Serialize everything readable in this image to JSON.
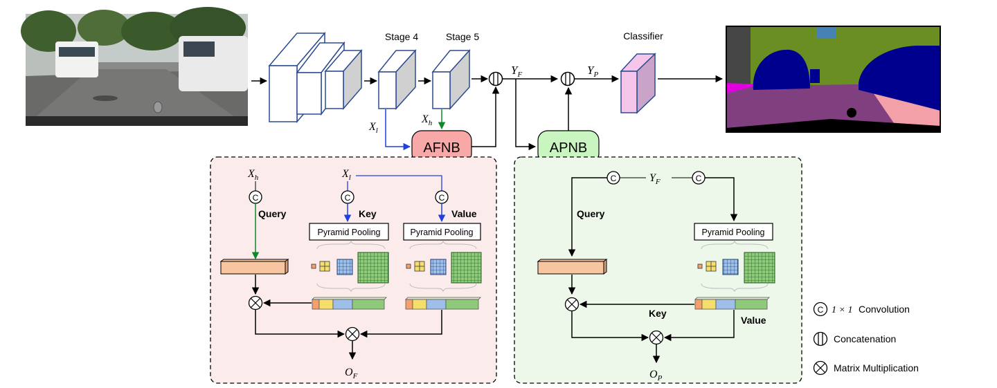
{
  "stages": {
    "stage4": "Stage 4",
    "stage5": "Stage 5",
    "classifier": "Classifier"
  },
  "math": {
    "yf_main": "Y",
    "yf_main_sub": "F",
    "yp_main": "Y",
    "yp_main_sub": "P",
    "xl_main": "X",
    "xl_main_sub": "l",
    "xh_main": "X",
    "xh_main_sub": "h",
    "xh_afnb": "X",
    "xh_afnb_sub": "h",
    "xl_afnb": "X",
    "xl_afnb_sub": "l",
    "of": "O",
    "of_sub": "F",
    "yf_apnb": "Y",
    "yf_apnb_sub": "F",
    "op": "O",
    "op_sub": "P"
  },
  "blocks": {
    "afnb": "AFNB",
    "apnb": "APNB"
  },
  "afnb_panel": {
    "query": "Query",
    "key": "Key",
    "value": "Value",
    "pyramid_key": "Pyramid Pooling",
    "pyramid_value": "Pyramid Pooling"
  },
  "apnb_panel": {
    "query": "Query",
    "key": "Key",
    "value": "Value",
    "pyramid": "Pyramid Pooling"
  },
  "legend": {
    "conv_symbol": "C",
    "conv_math": "1 × 1",
    "conv_text": "Convolution",
    "concat_text": "Concatenation",
    "matmul_text": "Matrix Multiplication"
  },
  "colors": {
    "afnb_fill": "#f9a8a8",
    "apnb_fill": "#c9f5c0",
    "afnb_panel_bg": "#fcebeb",
    "apnb_panel_bg": "#eef8ea",
    "blue_arrow": "#1f3fe0",
    "green_arrow": "#0a8a2a",
    "cube_stroke": "#2b4a8f",
    "classifier_fill": "#f5c6ea",
    "query_bar": "#f7c6a0"
  }
}
